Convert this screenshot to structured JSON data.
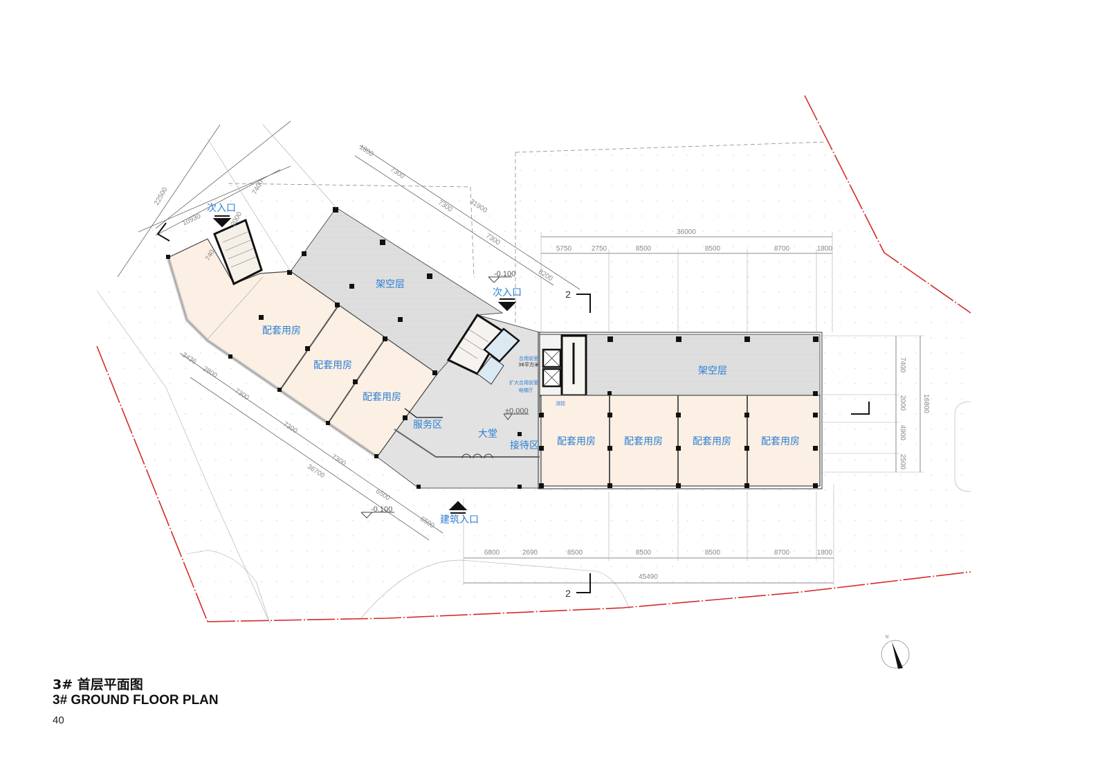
{
  "title": {
    "cn": "3# 首层平面图",
    "en": "3# GROUND FLOOR PLAN"
  },
  "page_number": "40",
  "colors": {
    "site_boundary": "#d42a2a",
    "label": "#2a7fd4",
    "room_fill": "#fcefe3",
    "open_fill": "#dcdcdc"
  },
  "labels": {
    "entrance_secondary_1": "次入口",
    "entrance_secondary_2": "次入口",
    "entrance_main": "建筑入口",
    "open_floor_1": "架空层",
    "open_floor_2": "架空层",
    "rooms_left": [
      "配套用房",
      "配套用房",
      "配套用房"
    ],
    "rooms_right": [
      "配套用房",
      "配套用房",
      "配套用房",
      "配套用房"
    ],
    "service_area": "服务区",
    "lobby": "大堂",
    "reception": "接待区",
    "shared_anteroom": "合用前室",
    "shared_anteroom_area": "36平方米",
    "expanded_anteroom": "扩大合用前室",
    "elevator_hall": "电梯厅",
    "fire_control": "消控"
  },
  "elevations": [
    "-0.100",
    "±0.000",
    "-0.100"
  ],
  "section_marks": [
    "2",
    "2"
  ],
  "compass": {
    "north_label": "N"
  },
  "dimensions": {
    "top_right": {
      "total": "36000",
      "segments": [
        "5750",
        "2750",
        "8500",
        "8500",
        "8700",
        "1800"
      ]
    },
    "bottom": {
      "total": "45490",
      "segments": [
        "6800",
        "2690",
        "8500",
        "8500",
        "8500",
        "8700",
        "1800"
      ]
    },
    "right": {
      "total": "16800",
      "segments": [
        "7400",
        "2000",
        "4900",
        "2500"
      ]
    },
    "top_diagonal": {
      "total": "31900",
      "segments": [
        "1800",
        "7300",
        "7300",
        "7300",
        "8200"
      ]
    },
    "bottom_diagonal": {
      "total": "36700",
      "segments": [
        "3436",
        "2800",
        "7300",
        "7300",
        "7300",
        "6500",
        "6500"
      ]
    },
    "left": [
      "22500",
      "10930",
      "7400",
      "2000",
      "740"
    ]
  }
}
